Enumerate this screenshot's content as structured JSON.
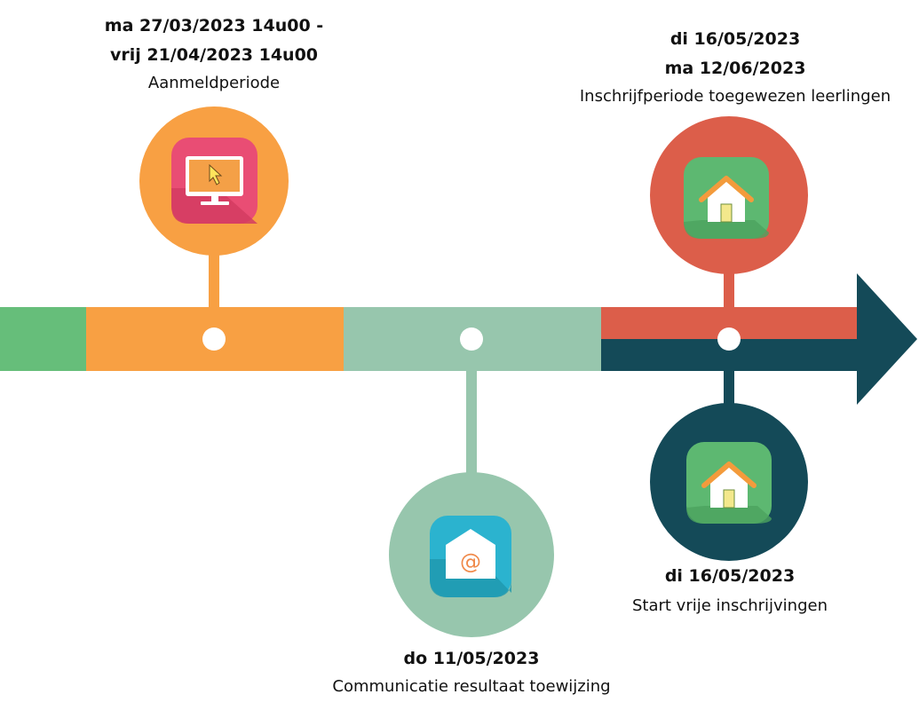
{
  "colors": {
    "green": "#66be7a",
    "orange": "#f8a043",
    "mint": "#97c6ad",
    "red": "#dc5e4a",
    "navy": "#144a58",
    "pink": "#e94d74",
    "teal": "#2bb3cf",
    "house_green": "#5db871"
  },
  "milestones": [
    {
      "id": "aanmeld",
      "date_line1": "ma 27/03/2023 14u00 -",
      "date_line2": "vrij 21/04/2023 14u00",
      "label": "Aanmeldperiode",
      "icon": "monitor-cursor-icon"
    },
    {
      "id": "communicatie",
      "date_line1": "do 11/05/2023",
      "label": "Communicatie resultaat toewijzing",
      "icon": "email-at-icon"
    },
    {
      "id": "inschrijf",
      "date_line1": "di 16/05/2023",
      "date_line2": "ma 12/06/2023",
      "label": "Inschrijfperiode toegewezen leerlingen",
      "icon": "house-icon"
    },
    {
      "id": "vrij",
      "date_line1": "di 16/05/2023",
      "label": "Start vrije inschrijvingen",
      "icon": "house-icon"
    }
  ]
}
